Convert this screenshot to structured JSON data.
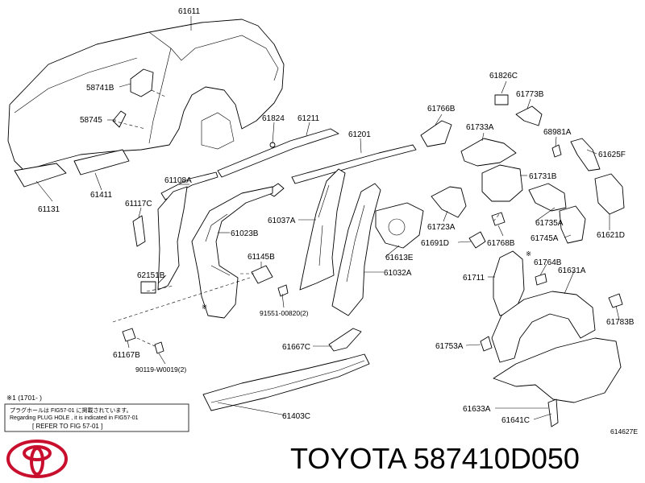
{
  "diagram": {
    "labels": [
      "61611",
      "58741B",
      "58745",
      "61131",
      "61411",
      "61824",
      "61211",
      "61201",
      "61108A",
      "61117C",
      "61023B",
      "61037A",
      "61613E",
      "61032A",
      "62151B",
      "61145B",
      "91551-00820(2)",
      "61167B",
      "90119-W0019(2)",
      "61667C",
      "61403C",
      "61766B",
      "61826C",
      "61773B",
      "61733A",
      "68981A",
      "61625F",
      "61731B",
      "61723A",
      "61735A",
      "61621D",
      "61691D",
      "61768B",
      "61745A",
      "61764B",
      "61711",
      "61631A",
      "61783B",
      "61753A",
      "61633A",
      "61641C",
      "614627E"
    ],
    "marks": [
      "※",
      "※"
    ],
    "note": {
      "line1": "※1 (1701-         )",
      "line2": "プラグホールは FIG57-01 に掲載されています。",
      "line3": "Regarding PLUG HOLE , it is indicated in FIG57-01",
      "line4": "[ REFER TO FIG 57-01 ]"
    }
  },
  "brand": {
    "title": "TOYOTA 587410D050",
    "logo_color": "#c8102e"
  }
}
